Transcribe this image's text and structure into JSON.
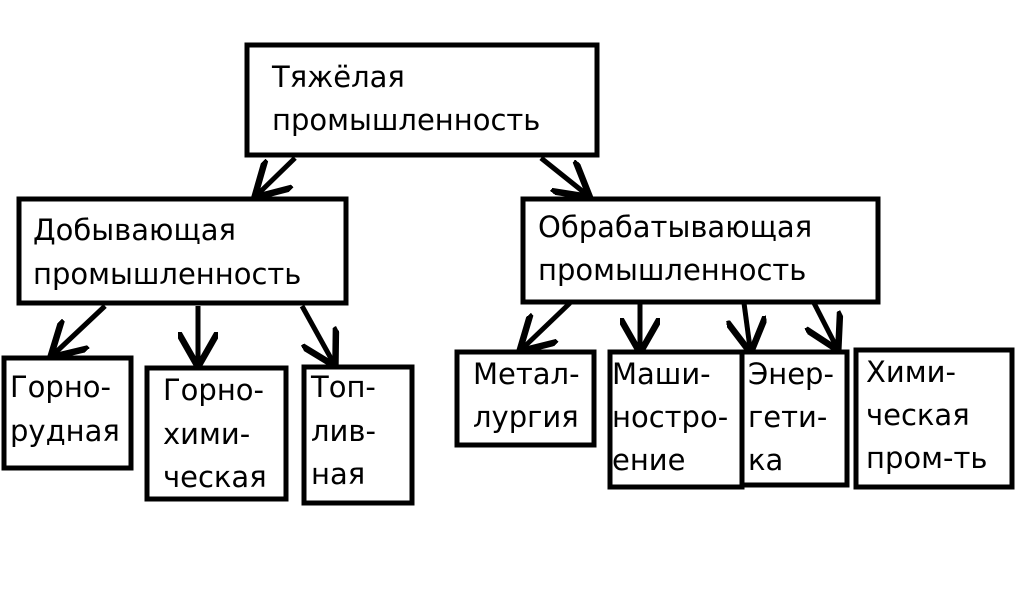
{
  "root": {
    "lines": [
      "Тяжёлая",
      "промышленность"
    ]
  },
  "branches": [
    {
      "lines": [
        "Добывающая",
        "промышленность"
      ],
      "children": [
        {
          "lines": [
            "Горно-",
            "рудная"
          ]
        },
        {
          "lines": [
            "Горно-",
            "хими-",
            "ческая"
          ]
        },
        {
          "lines": [
            "Топ-",
            "лив-",
            "ная"
          ]
        }
      ]
    },
    {
      "lines": [
        "Обрабатывающая",
        "промышленность"
      ],
      "children": [
        {
          "lines": [
            "Метал-",
            "лургия"
          ]
        },
        {
          "lines": [
            "Маши-",
            "ностро-",
            "ение"
          ]
        },
        {
          "lines": [
            "Энер-",
            "гети-",
            "ка"
          ]
        },
        {
          "lines": [
            "Хими-",
            "ческая",
            "пром-ть"
          ]
        }
      ]
    }
  ],
  "colors": {
    "stroke": "#000000",
    "background": "#ffffff"
  }
}
